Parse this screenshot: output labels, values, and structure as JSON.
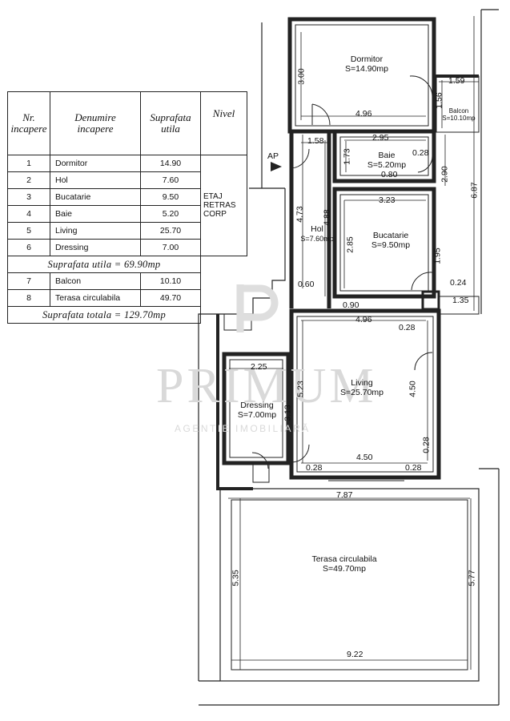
{
  "table": {
    "headers": {
      "nr": "Nr.\nincapere",
      "name": "Denumire\nincapere",
      "area": "Suprafata\nutila",
      "level": "Nivel"
    },
    "level_note": "ETAJ RETRAS\nCORP",
    "rows_a": [
      {
        "nr": "1",
        "name": "Dormitor",
        "area": "14.90"
      },
      {
        "nr": "2",
        "name": "Hol",
        "area": "7.60"
      },
      {
        "nr": "3",
        "name": "Bucatarie",
        "area": "9.50"
      },
      {
        "nr": "4",
        "name": "Baie",
        "area": "5.20"
      },
      {
        "nr": "5",
        "name": "Living",
        "area": "25.70"
      },
      {
        "nr": "6",
        "name": "Dressing",
        "area": "7.00"
      }
    ],
    "subtotal": "Suprafata  utila  =  69.90mp",
    "rows_b": [
      {
        "nr": "7",
        "name": "Balcon",
        "area": "10.10"
      },
      {
        "nr": "8",
        "name": "Terasa circulabila",
        "area": "49.70"
      }
    ],
    "total": "Suprafata  totala  =  129.70mp"
  },
  "rooms": {
    "dormitor": {
      "name": "Dormitor",
      "area": "S=14.90mp"
    },
    "balcon": {
      "name": "Balcon",
      "area": "S=10.10mp"
    },
    "baie": {
      "name": "Baie",
      "area": "S=5.20mp"
    },
    "hol": {
      "name": "Hol",
      "area": "S=7.60mp"
    },
    "bucatarie": {
      "name": "Bucatarie",
      "area": "S=9.50mp"
    },
    "living": {
      "name": "Living",
      "area": "S=25.70mp"
    },
    "dressing": {
      "name": "Dressing",
      "area": "S=7.00mp"
    },
    "terasa": {
      "name": "Terasa  circulabila",
      "area": "S=49.70mp"
    }
  },
  "ap_label": "AP",
  "dimensions": {
    "d300": "3.00",
    "d159": "1.59",
    "d156": "1.56",
    "d496a": "4.96",
    "d687": "6.87",
    "d158": "1.58",
    "d173": "1.73",
    "d295": "2.95",
    "d028a": "0.28",
    "d080": "0.80",
    "d290": "2.90",
    "d473": "4.73",
    "d488": "4.88",
    "d323": "3.23",
    "d285": "2.85",
    "d195": "1.95",
    "d024": "0.24",
    "d060": "0.60",
    "d090": "0.90",
    "d135": "1.35",
    "d496b": "4.96",
    "d028b": "0.28",
    "d225": "2.25",
    "d523": "5.23",
    "d450a": "4.50",
    "d313": "3.13",
    "d028c": "0.28",
    "d028d": "0.28",
    "d450b": "4.50",
    "d028e": "0.28",
    "d787": "7.87",
    "d535": "5.35",
    "d577": "5.77",
    "d922": "9.22"
  },
  "watermark": {
    "brand": "PRIMUM",
    "tagline": "AGENTIE IMOBILIARĂ"
  },
  "colors": {
    "line": "#222222",
    "watermark": "#d9d9d9"
  }
}
